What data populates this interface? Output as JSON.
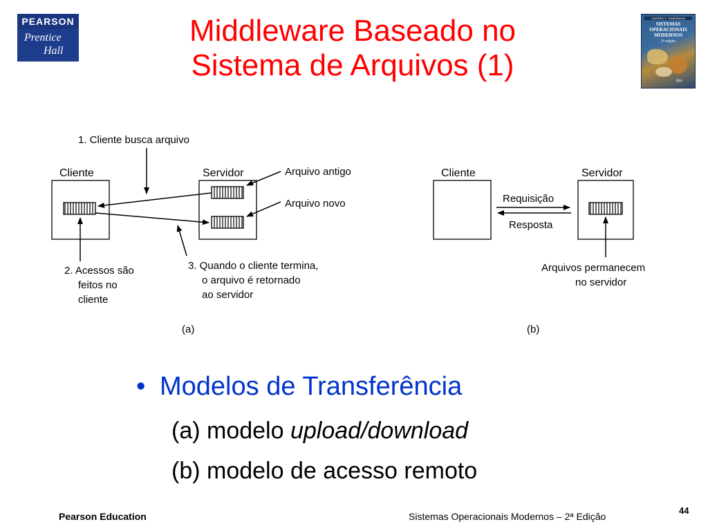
{
  "logo": {
    "line1": "PEARSON",
    "line2": "Prentice",
    "line3": "Hall"
  },
  "book": {
    "author": "ANDREW S. TANENBAUM",
    "title_line1": "SISTEMAS",
    "title_line2": "OPERACIONAIS",
    "title_line3": "MODERNOS",
    "edition": "2ª edição",
    "publisher": "PH"
  },
  "title": {
    "line1": "Middleware Baseado no",
    "line2": "Sistema de Arquivos (1)"
  },
  "diagram_a": {
    "step1": "1. Cliente busca arquivo",
    "client": "Cliente",
    "server": "Servidor",
    "old_file": "Arquivo antigo",
    "new_file": "Arquivo novo",
    "step2_l1": "2. Acessos são",
    "step2_l2": "feitos no",
    "step2_l3": "cliente",
    "step3_l1": "3. Quando o cliente termina,",
    "step3_l2": "o arquivo é retornado",
    "step3_l3": "ao servidor",
    "caption": "(a)"
  },
  "diagram_b": {
    "client": "Cliente",
    "server": "Servidor",
    "request": "Requisição",
    "reply": "Resposta",
    "files_l1": "Arquivos permanecem",
    "files_l2": "no servidor",
    "caption": "(b)"
  },
  "bullets": {
    "bullet_char": "•",
    "main": "Modelos de Transferência",
    "sub1_prefix": "(a) modelo ",
    "sub1_italic": "upload/download",
    "sub2": "(b) modelo de acesso remoto"
  },
  "footer": {
    "left": "Pearson Education",
    "middle": "Sistemas Operacionais Modernos – 2ª Edição",
    "page": "44"
  }
}
